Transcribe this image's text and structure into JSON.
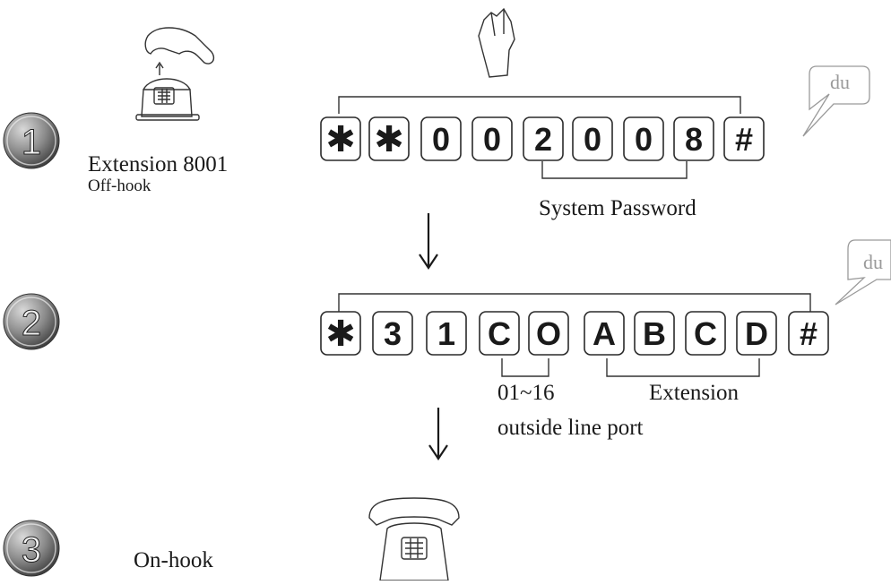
{
  "steps": [
    {
      "number": "1",
      "label": "Extension 8001",
      "sublabel": "Off-hook"
    },
    {
      "number": "2"
    },
    {
      "number": "3",
      "label": "On-hook"
    }
  ],
  "sequence1": {
    "keys": [
      "✱",
      "✱",
      "0",
      "0",
      "2",
      "0",
      "0",
      "8",
      "#"
    ],
    "bracket_label": "System Password",
    "speech": "du"
  },
  "sequence2": {
    "keys": [
      "✱",
      "3",
      "1",
      "C",
      "O",
      "A",
      "B",
      "C",
      "D",
      "#"
    ],
    "bracket1_label_line1": "01~16",
    "bracket1_label_line2": "outside line port",
    "bracket2_label": "Extension",
    "speech": "du"
  },
  "icons": {
    "step1_phone": "telephone-offhook-icon",
    "step3_phone": "telephone-onhook-icon",
    "finger": "pointing-finger-icon",
    "arrow": "arrow-down-icon"
  }
}
